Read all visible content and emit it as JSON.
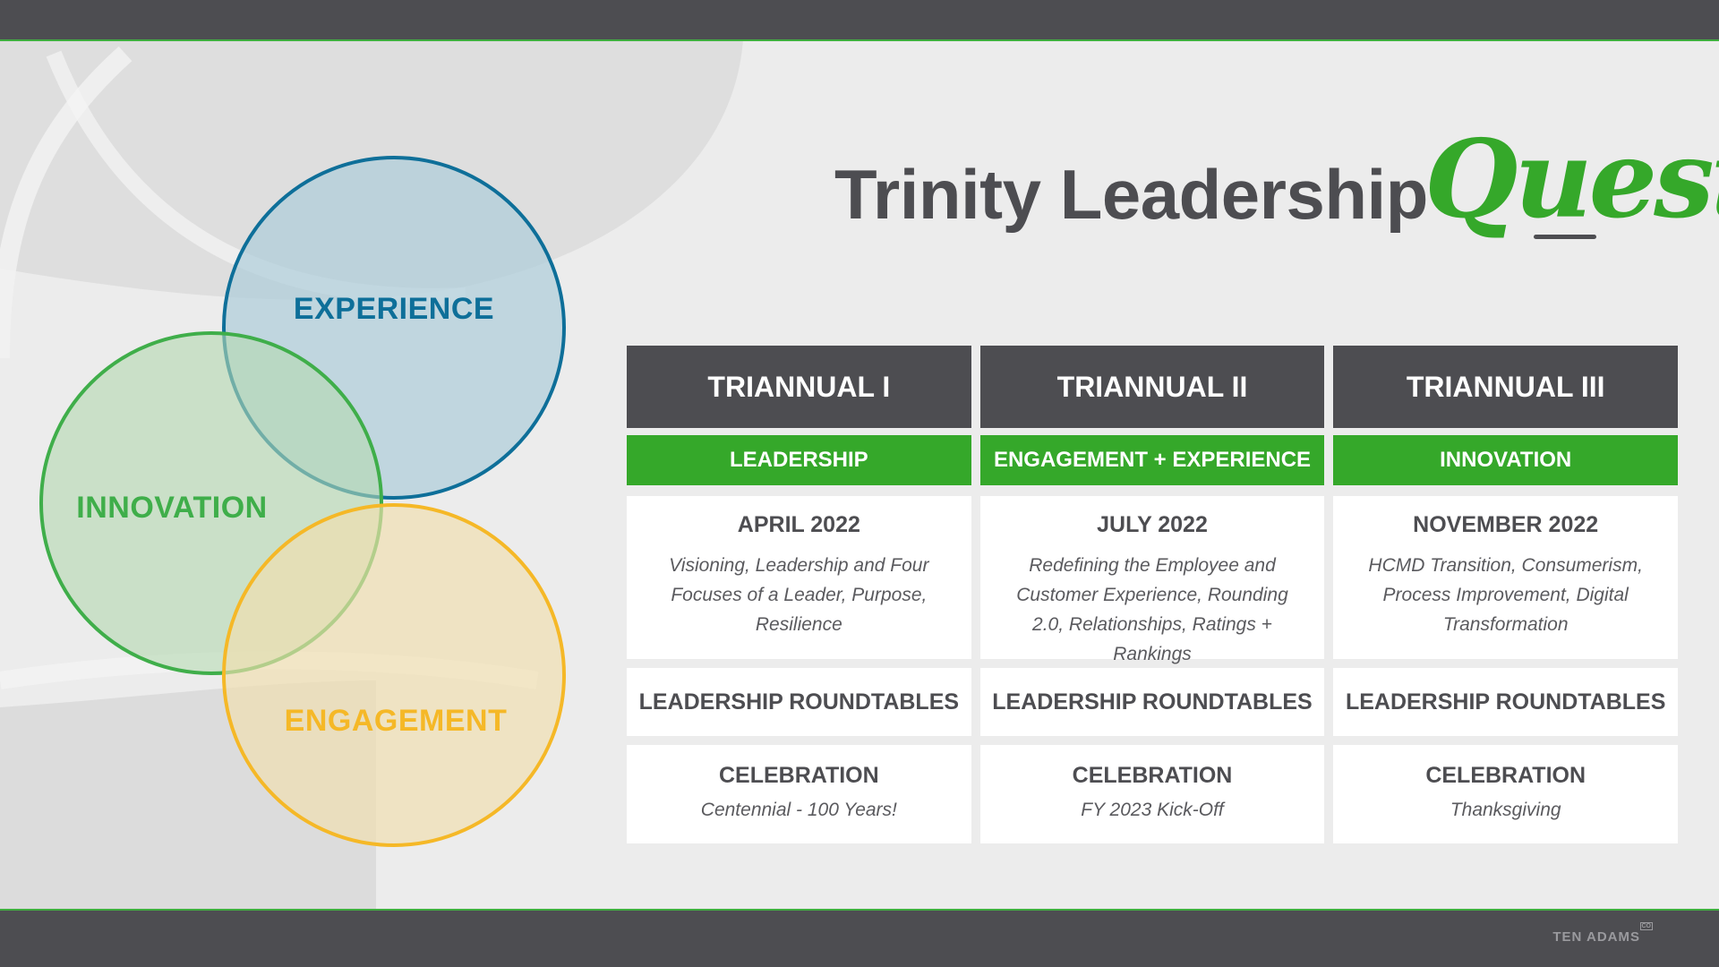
{
  "title": {
    "main": "Trinity Leadership",
    "accent": "Quest"
  },
  "venn": {
    "experience": "EXPERIENCE",
    "innovation": "INNOVATION",
    "engagement": "ENGAGEMENT",
    "colors": {
      "experience": "#0e6f99",
      "innovation": "#3fae4a",
      "engagement": "#f5b827"
    }
  },
  "columns": [
    {
      "header": "TRIANNUAL I",
      "theme": "LEADERSHIP",
      "date": "APRIL 2022",
      "description": "Visioning, Leadership and Four Focuses of a Leader, Purpose, Resilience",
      "roundtable": "LEADERSHIP ROUNDTABLES",
      "celebration_title": "CELEBRATION",
      "celebration_sub": "Centennial - 100 Years!"
    },
    {
      "header": "TRIANNUAL II",
      "theme": "ENGAGEMENT + EXPERIENCE",
      "date": "JULY 2022",
      "description": "Redefining the Employee and Customer Experience, Rounding 2.0, Relationships, Ratings + Rankings",
      "roundtable": "LEADERSHIP ROUNDTABLES",
      "celebration_title": "CELEBRATION",
      "celebration_sub": "FY 2023 Kick-Off"
    },
    {
      "header": "TRIANNUAL III",
      "theme": "INNOVATION",
      "date": "NOVEMBER 2022",
      "description": "HCMD Transition, Consumerism, Process Improvement, Digital Transformation",
      "roundtable": "LEADERSHIP ROUNDTABLES",
      "celebration_title": "CELEBRATION",
      "celebration_sub": "Thanksgiving"
    }
  ],
  "footer": {
    "brand": "TEN ADAMS",
    "trademark": "CO"
  },
  "colors": {
    "dark_gray": "#4d4d51",
    "brand_green": "#35a82a",
    "background": "#ececec"
  }
}
